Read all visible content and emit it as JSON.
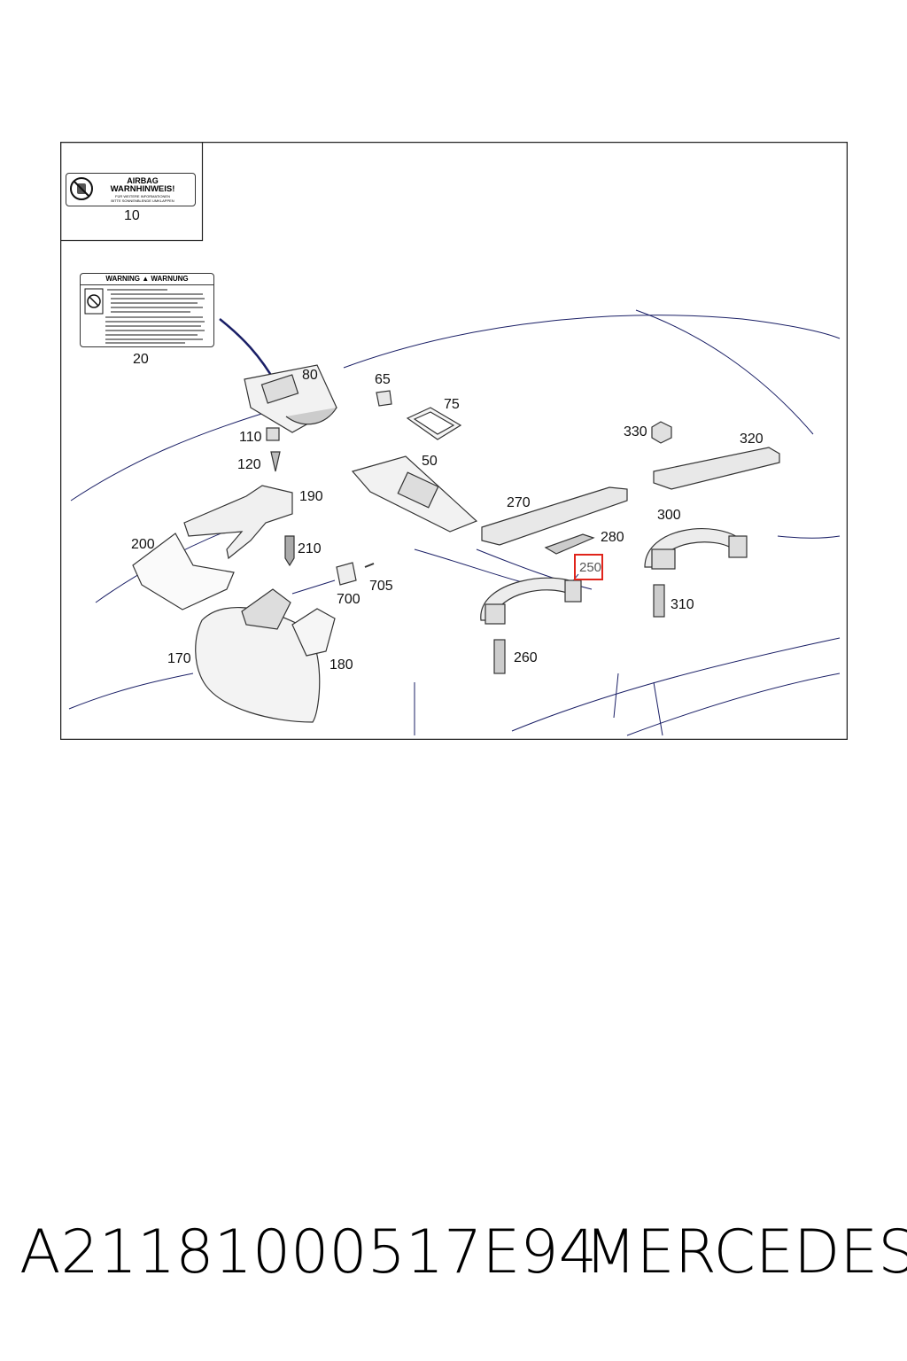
{
  "diagram": {
    "inset_sign": {
      "title_line1": "AIRBAG",
      "title_line2": "WARNHINWEIS!",
      "small_line1": "FÜR WEITERE INFORMATIONEN",
      "small_line2": "BITTE SONNENBLENDE UMKLAPPEN"
    },
    "warning_sign": {
      "header_left": "WARNING",
      "header_right": "WARNUNG"
    },
    "callouts": {
      "c10": "10",
      "c20": "20",
      "c80": "80",
      "c65": "65",
      "c75": "75",
      "c110": "110",
      "c120": "120",
      "c50": "50",
      "c190": "190",
      "c200": "200",
      "c210": "210",
      "c700": "700",
      "c705": "705",
      "c170": "170",
      "c180": "180",
      "c330": "330",
      "c320": "320",
      "c270": "270",
      "c280": "280",
      "c300": "300",
      "c250": "250",
      "c310": "310",
      "c260": "260"
    },
    "highlighted_callout": "250",
    "highlight_color": "#e0241b",
    "line_color": "#1a1f66"
  },
  "footer": {
    "part_number": "A2118100051​7E94",
    "brand": "MERCEDES"
  }
}
